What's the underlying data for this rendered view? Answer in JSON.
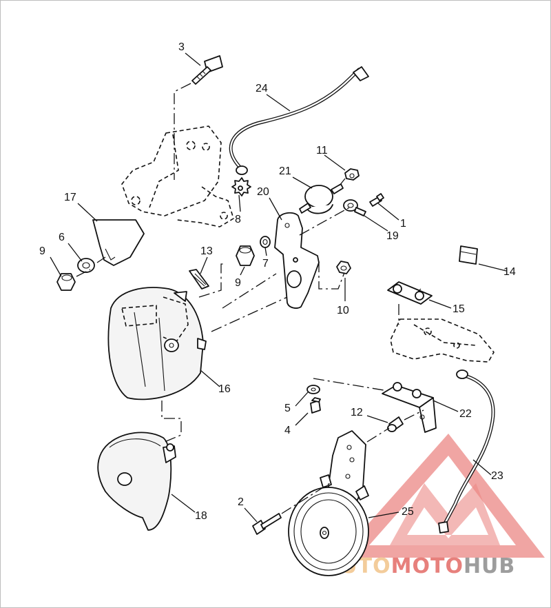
{
  "callouts": {
    "c1": "1",
    "c2": "2",
    "c3": "3",
    "c4": "4",
    "c5": "5",
    "c6": "6",
    "c7": "7",
    "c8": "8",
    "c9a": "9",
    "c9b": "9",
    "c10": "10",
    "c11": "11",
    "c12": "12",
    "c13": "13",
    "c14": "14",
    "c15": "15",
    "c16": "16",
    "c17": "17",
    "c18": "18",
    "c19": "19",
    "c20": "20",
    "c21": "21",
    "c22": "22",
    "c23": "23",
    "c24": "24",
    "c25": "25"
  },
  "watermark": {
    "part1": "AUTO",
    "part2": "MOTO",
    "part3": "HUB",
    "colors": {
      "triangle": "#e8736f",
      "auto": "#f1c48a",
      "moto": "#e36a66",
      "hub": "#8c8c8c"
    }
  }
}
